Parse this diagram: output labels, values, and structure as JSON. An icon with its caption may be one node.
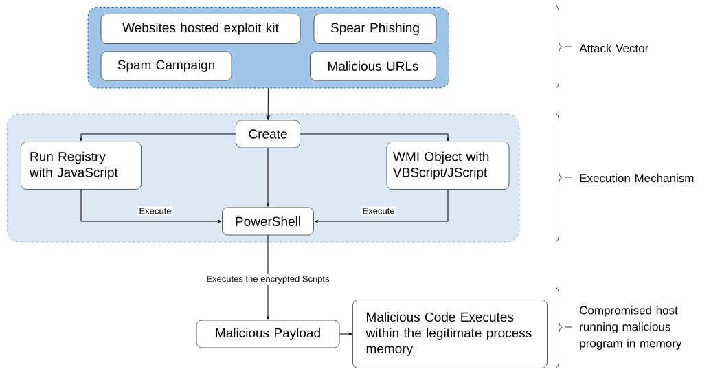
{
  "diagram": {
    "nodes": [
      {
        "text": [],
        "shape": "box"
      },
      {
        "text": [
          "Websites hosted exploit kit"
        ],
        "in": 0
      },
      {
        "text": [
          "Spear Phishing"
        ],
        "in": 0
      },
      {
        "text": [
          "Spam Campaign"
        ],
        "in": 0
      },
      {
        "text": [
          "Malicious URLs"
        ],
        "in": 0
      },
      {
        "text": [],
        "shape": "box"
      },
      {
        "text": [
          "Create"
        ],
        "in": 5
      },
      {
        "text": [
          "Run Registry with JavaScript"
        ],
        "in": 5
      },
      {
        "text": [
          "WMI Object with VBScript/JScript"
        ],
        "in": 5
      },
      {
        "text": [
          "PowerShell"
        ],
        "in": 5
      },
      {
        "text": [
          "Malicious Payload"
        ]
      },
      {
        "text": [
          "Malicious Code Executes within the legitimate process memory"
        ]
      }
    ],
    "edges": [
      {
        "from": 0,
        "to": 6,
        "arrow": "to"
      },
      {
        "from": 6,
        "to": 7,
        "arrow": "to"
      },
      {
        "from": 6,
        "to": 8,
        "arrow": "to"
      },
      {
        "from": 6,
        "to": 9,
        "arrow": "to"
      },
      {
        "from": 7,
        "to": 9,
        "arrow": "to",
        "label": "Execute"
      },
      {
        "from": 8,
        "to": 9,
        "arrow": "to",
        "label": "Execute"
      },
      {
        "from": 9,
        "to": 10,
        "arrow": "to",
        "label": "Executes the encrypted Scripts"
      },
      {
        "from": 10,
        "to": 11,
        "arrow": "to"
      }
    ],
    "labels": [
      "Attack Vector",
      "Execution Mechanism",
      "Compromised host running malicious program in memory"
    ]
  }
}
